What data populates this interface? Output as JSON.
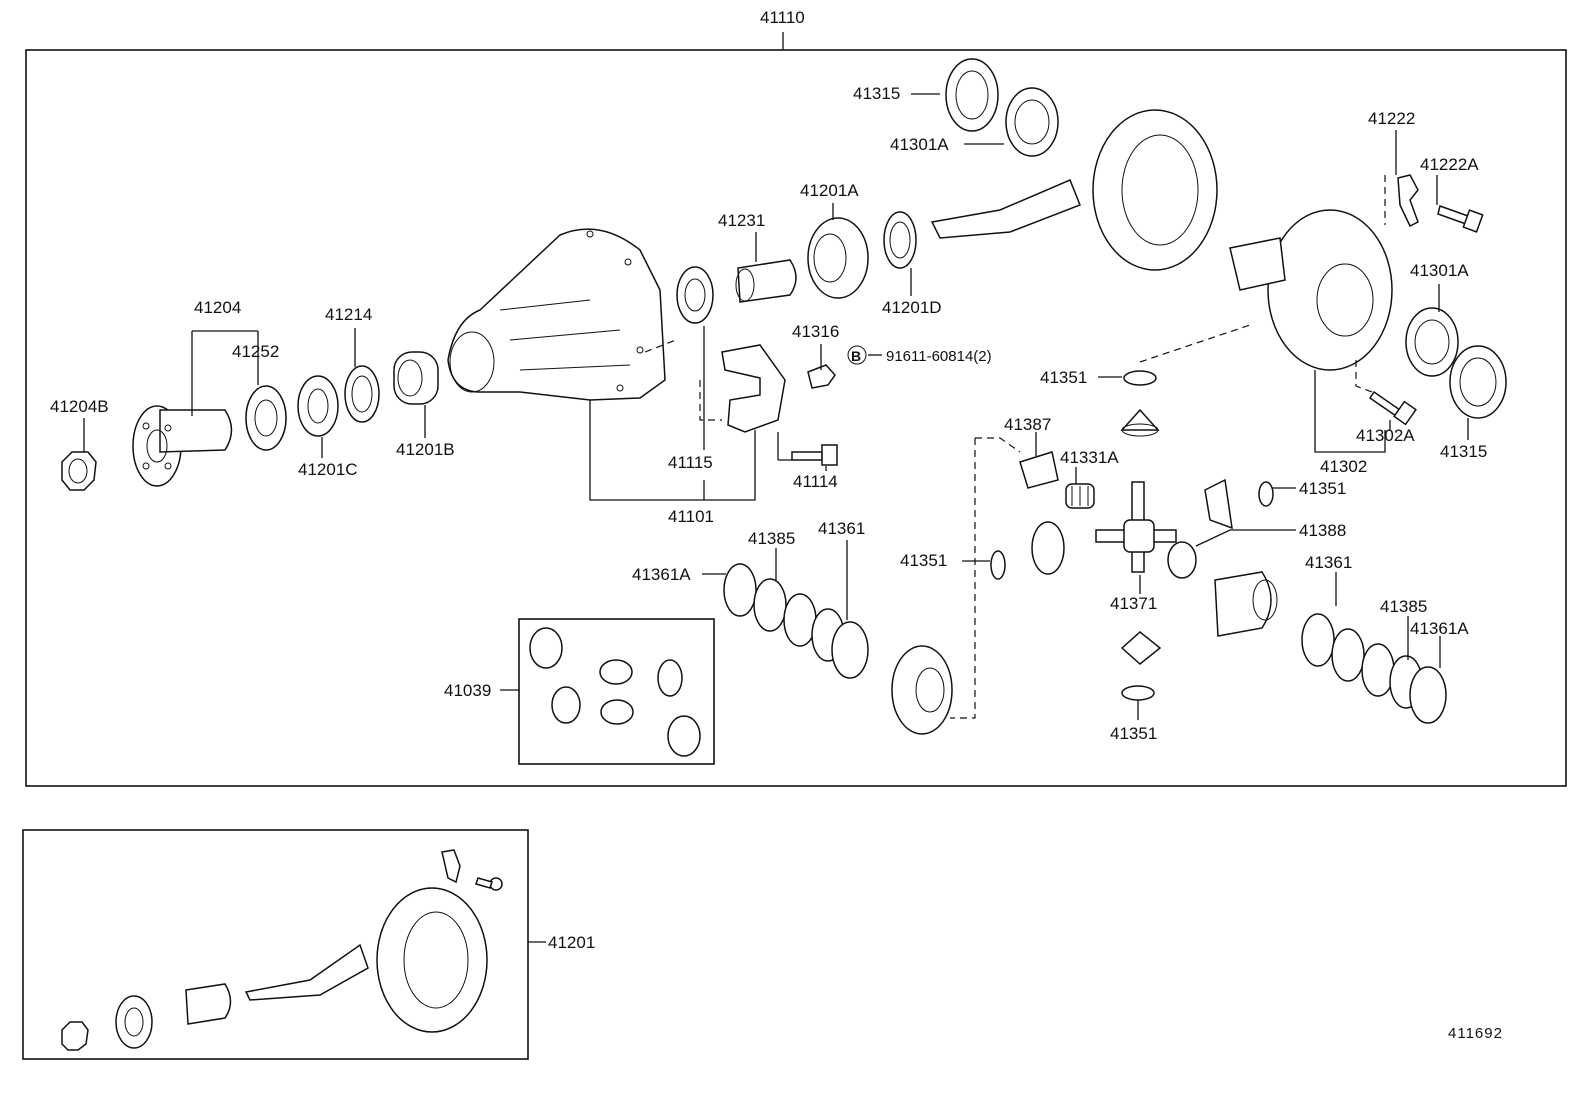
{
  "assembly_label": "41110",
  "diagram_code": "411692",
  "bolt_symbol": "B",
  "parts": {
    "p41204B": "41204B",
    "p41204": "41204",
    "p41252": "41252",
    "p41214": "41214",
    "p41201C": "41201C",
    "p41201B": "41201B",
    "p41231": "41231",
    "p41201A": "41201A",
    "p41201D": "41201D",
    "p41315_top": "41315",
    "p41301A_top": "41301A",
    "p41316": "41316",
    "bolt_ref": "91611-60814(2)",
    "p41115": "41115",
    "p41114": "41114",
    "p41101": "41101",
    "p41222": "41222",
    "p41222A": "41222A",
    "p41301A_right": "41301A",
    "p41351_a": "41351",
    "p41302A": "41302A",
    "p41315_right": "41315",
    "p41302": "41302",
    "p41387": "41387",
    "p41331A": "41331A",
    "p41351_b": "41351",
    "p41388": "41388",
    "p41351_c": "41351",
    "p41371": "41371",
    "p41361_right": "41361",
    "p41385_right": "41385",
    "p41361A_right": "41361A",
    "p41351_d": "41351",
    "p41385_left": "41385",
    "p41361_left": "41361",
    "p41361A_left": "41361A",
    "p41039": "41039",
    "p41201": "41201"
  }
}
